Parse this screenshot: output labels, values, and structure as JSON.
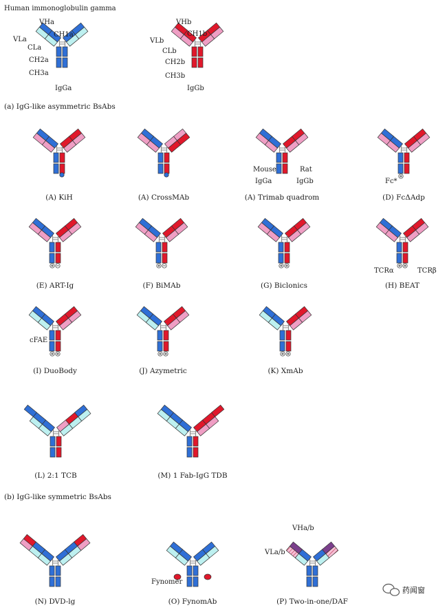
{
  "colors": {
    "blue": "#2f6fd6",
    "red": "#e0182b",
    "pink": "#ef9ec4",
    "cyan": "#bdf0f0",
    "purple": "#7b3f8c",
    "hinge": "#8a8a8a"
  },
  "header": {
    "title": "Human immonoglobulin gamma"
  },
  "reference": {
    "a": {
      "vh": "VHa",
      "vl": "VLa",
      "ch1": "CH1a",
      "cl": "CLa",
      "ch2": "CH2a",
      "ch3": "CH3a",
      "name": "IgGa"
    },
    "b": {
      "vh": "VHb",
      "vl": "VLb",
      "ch1": "CH1b",
      "cl": "CLb",
      "ch2": "CH2b",
      "ch3": "CH3b",
      "name": "IgGb"
    }
  },
  "sections": {
    "asymmetric": "(a) IgG-like asymmetric BsAbs",
    "symmetric": "(b) IgG-like symmetric BsAbs"
  },
  "captions": {
    "A1": "(A) KiH",
    "A2": "(A) CrossMAb",
    "A3": "(A) Trimab quadrom",
    "D": "(D) FcΔAdp",
    "E": "(E) ART-Ig",
    "F": "(F) BiMAb",
    "G": "(G) Biclonics",
    "H": "(H) BEAT",
    "I": "(I) DuoBody",
    "J": "(J) Azymetric",
    "K": "(K) XmAb",
    "L": "(L) 2:1 TCB",
    "M": "(M) 1 Fab-IgG TDB",
    "N": "(N) DVD-lg",
    "O": "(O) FynomAb",
    "P": "(P) Two-in-one/DAF"
  },
  "annotations": {
    "mouse": "Mouse",
    "mouse_sub": "IgGa",
    "rat": "Rat",
    "rat_sub": "IgGb",
    "fc_star": "Fc*",
    "tcr_alpha": "TCRα",
    "tcr_beta": "TCRβ",
    "cfae": "cFAE",
    "fynomer": "Fynomer",
    "vhab": "VHa/b",
    "vlab": "VLa/b"
  },
  "watermark": {
    "icon": "wechat-icon",
    "text": "药闻窗"
  }
}
